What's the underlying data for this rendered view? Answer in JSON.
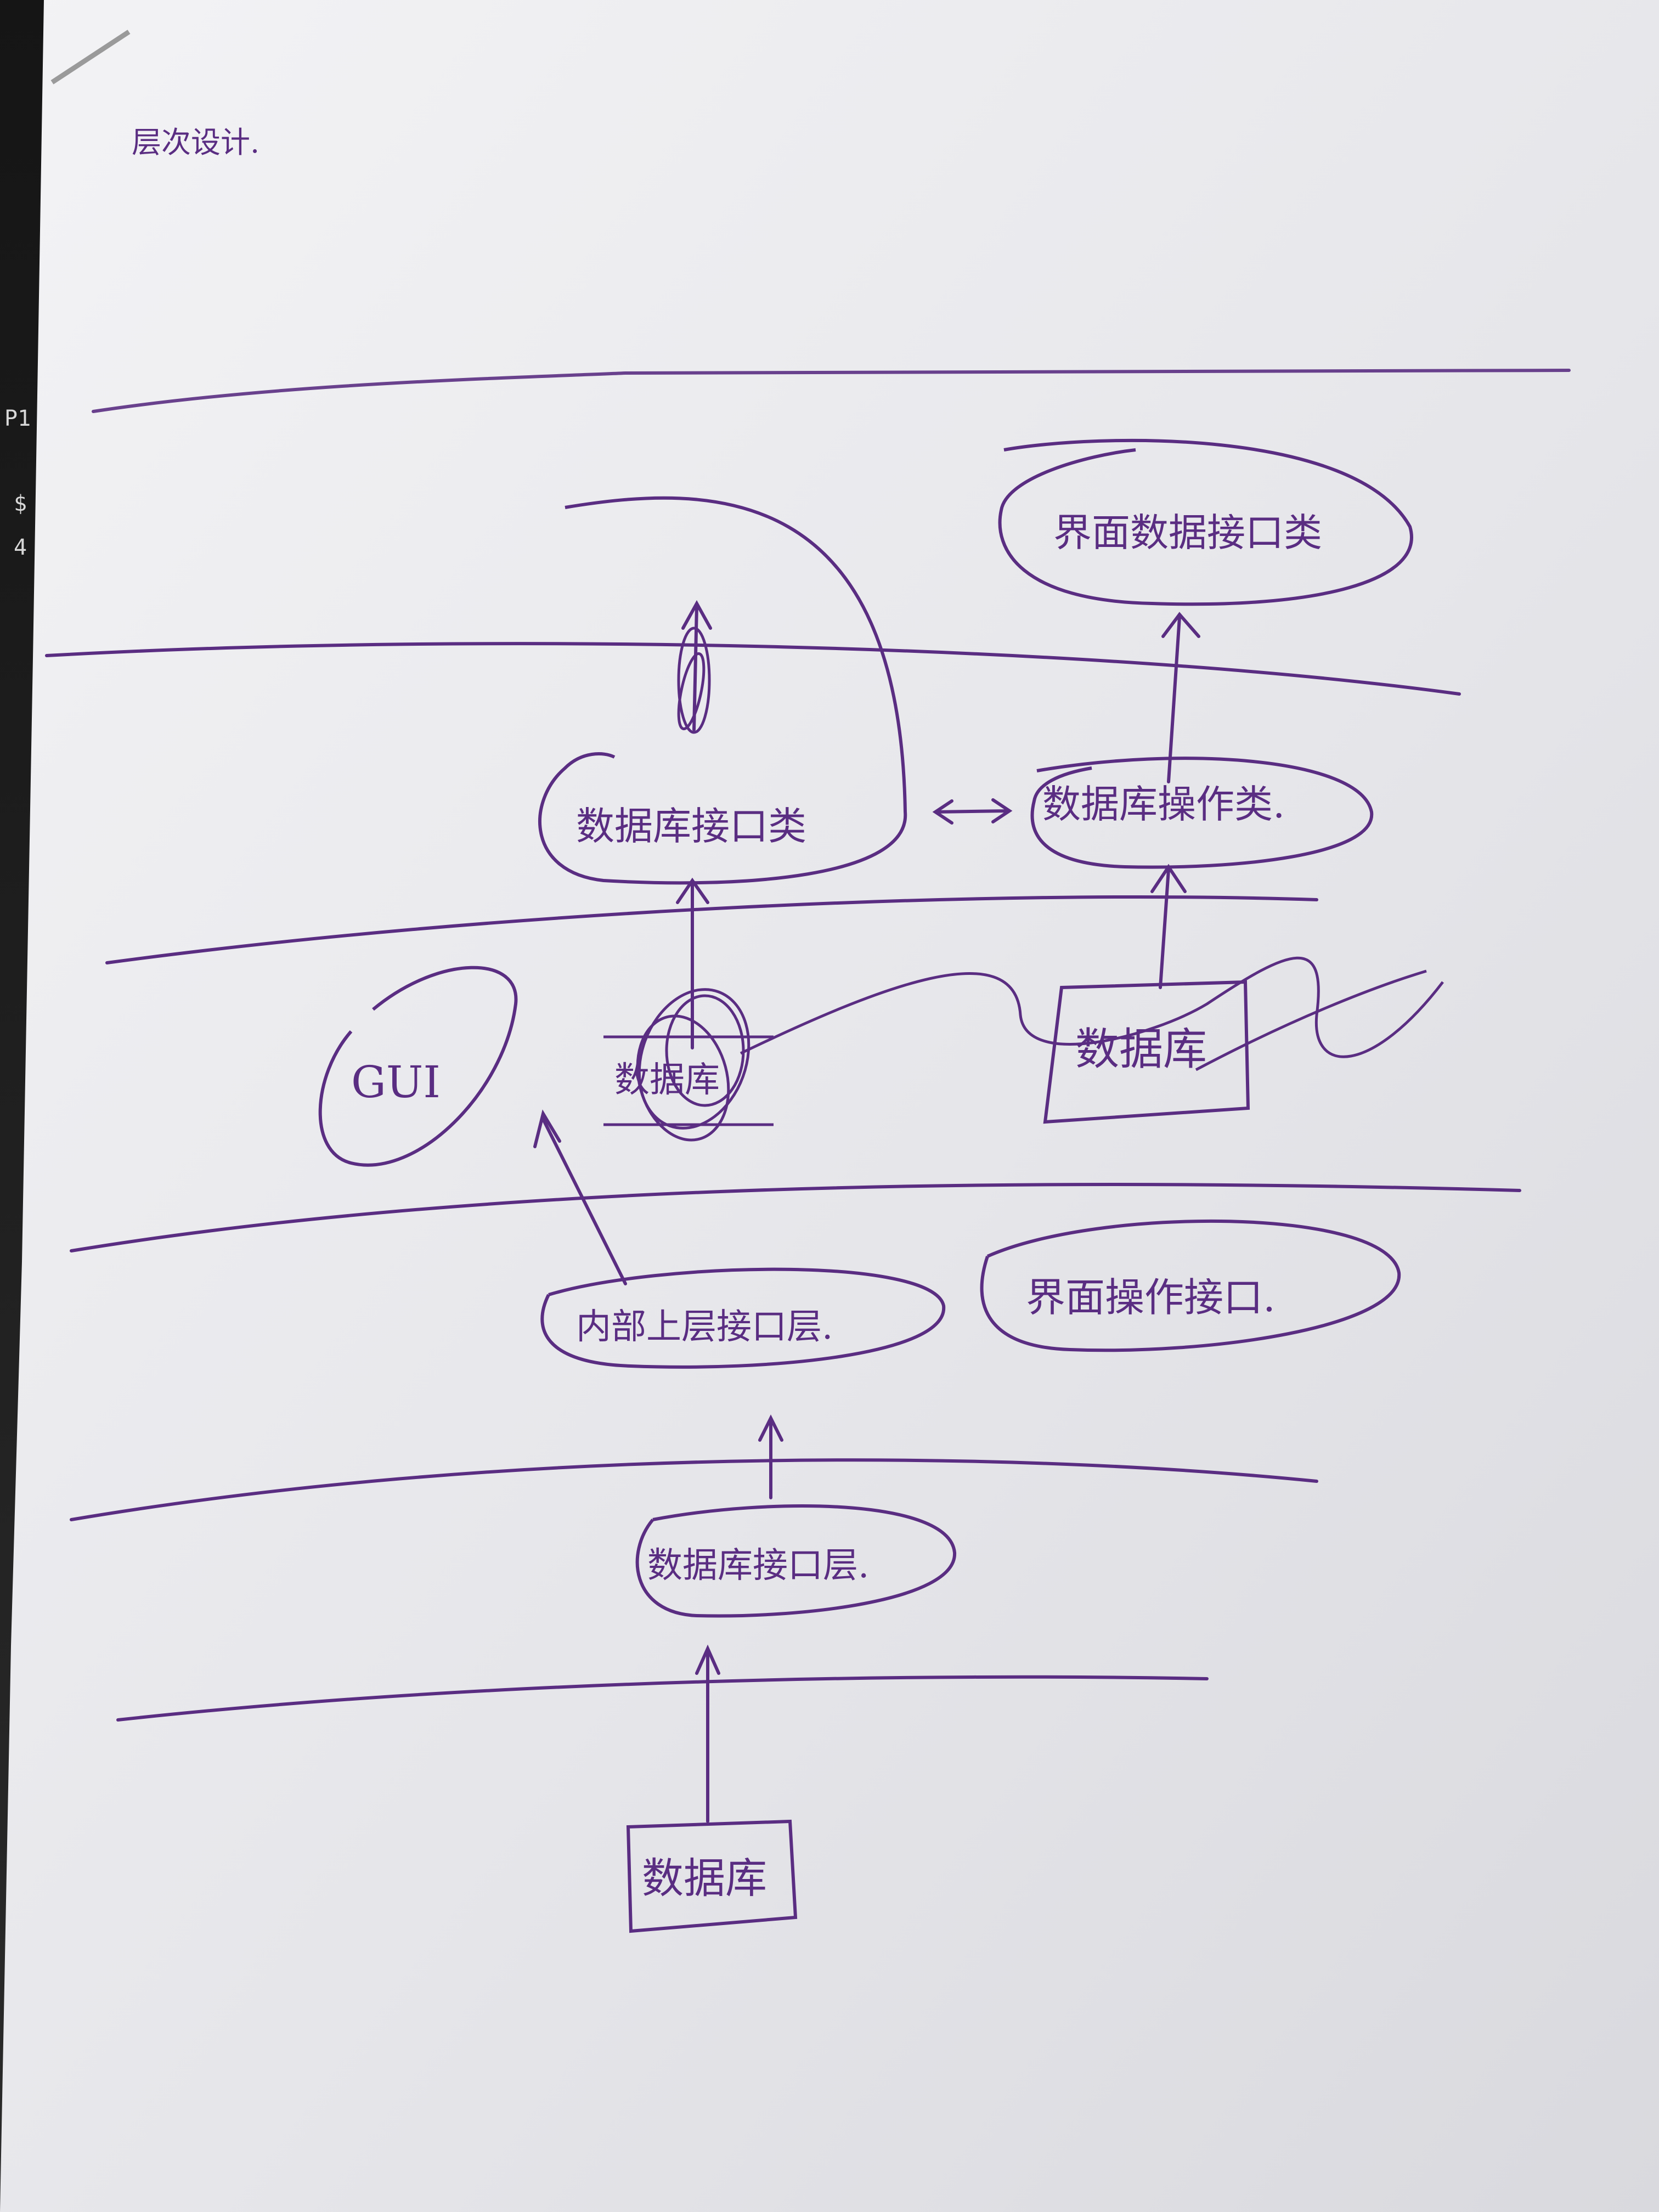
{
  "title": "层次设计.",
  "colors": {
    "ink": "#5a2d82",
    "paper": "#e9e9ec"
  },
  "layers": {
    "top_right": "界面数据接口类",
    "mid_left": "数据库接口类",
    "mid_right": "数据库操作类.",
    "gui": "GUI",
    "db_scribbled": "数据库",
    "db_box_right": "数据库",
    "inner_upper": "内部上层接口层.",
    "ui_op_interface": "界面操作接口.",
    "db_interface_layer": "数据库接口层.",
    "db_bottom": "数据库"
  },
  "background_screen": {
    "label1": "P1",
    "label2": "$",
    "label3": "4"
  }
}
